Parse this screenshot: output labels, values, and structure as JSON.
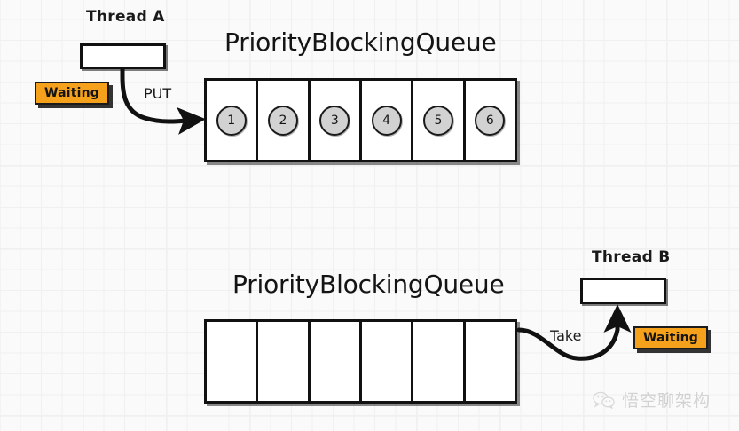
{
  "diagram": {
    "background": "#fafafa",
    "grid_color": "#f0f0f0",
    "accent_color": "#f5a11b",
    "stroke_color": "#111111",
    "circle_fill": "#d2d2d2"
  },
  "top_section": {
    "thread_label": "Thread A",
    "status_badge": "Waiting",
    "arrow_label": "PUT",
    "queue_title": "PriorityBlockingQueue",
    "queue_cells": [
      "1",
      "2",
      "3",
      "4",
      "5",
      "6"
    ],
    "queue_cell_count": 6
  },
  "bottom_section": {
    "thread_label": "Thread B",
    "status_badge": "Waiting",
    "arrow_label": "Take",
    "queue_title": "PriorityBlockingQueue",
    "queue_cells": [
      "",
      "",
      "",
      "",
      "",
      ""
    ],
    "queue_cell_count": 6
  },
  "watermark": {
    "text": "悟空聊架构",
    "icon": "wechat-bubble-icon"
  }
}
